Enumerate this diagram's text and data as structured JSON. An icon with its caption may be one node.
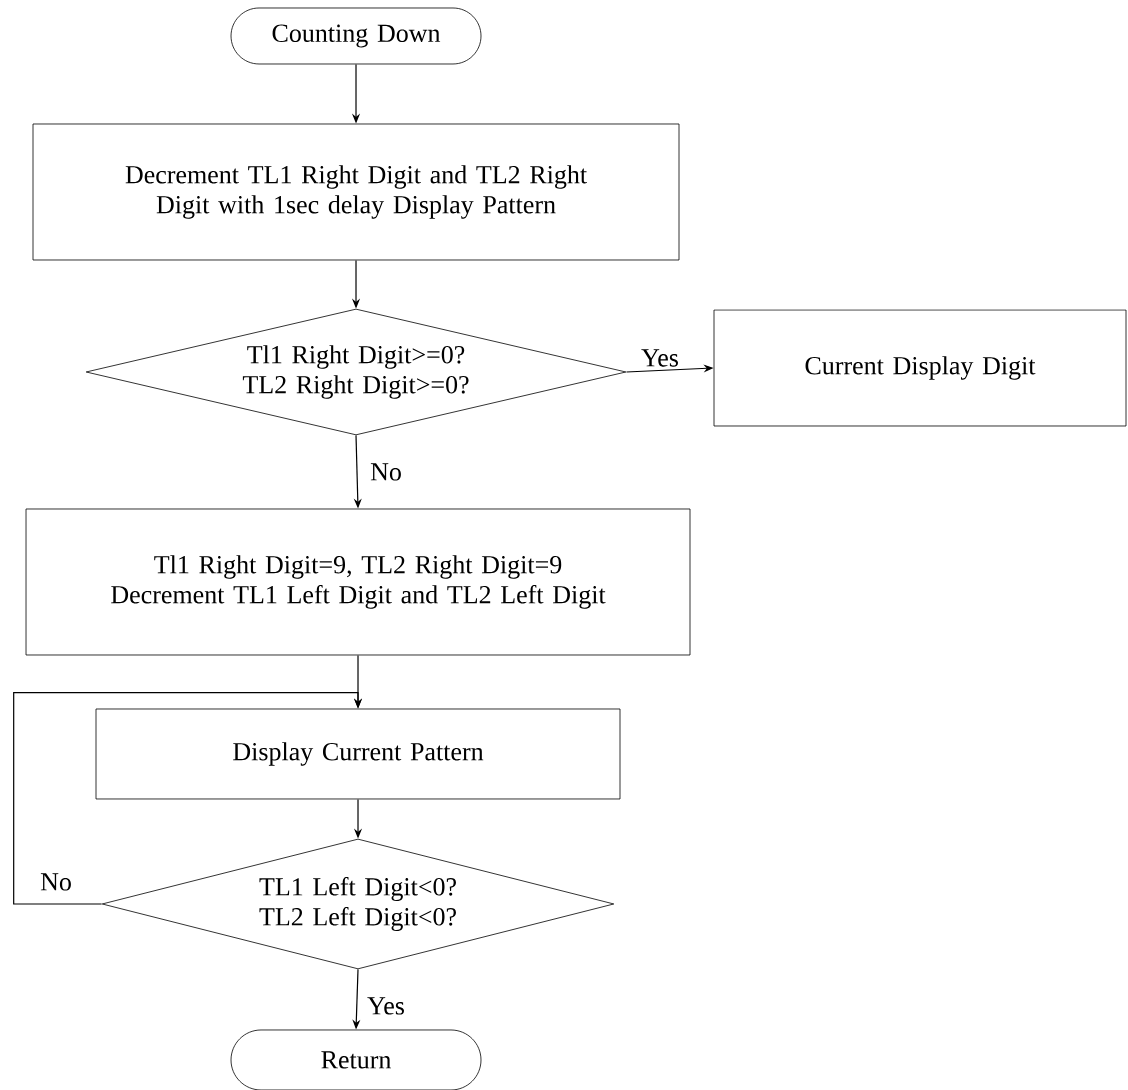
{
  "diagram": {
    "nodes": [
      {
        "text": [
          "Counting Down"
        ]
      },
      {
        "text": [
          "Decrement TL1 Right Digit and TL2 Right Digit with 1sec delay Display Pattern"
        ]
      },
      {
        "text": [
          "Tl1 Right Digit>=0? TL2 Right Digit>=0?"
        ]
      },
      {
        "text": [
          "Current Display Digit"
        ]
      },
      {
        "text": [
          "Tl1 Right Digit=9, TL2 Right Digit=9 Decrement TL1 Left Digit and TL2 Left Digit"
        ]
      },
      {
        "text": [
          "Display Current Pattern"
        ]
      },
      {
        "text": [
          "TL1 Left Digit<0? TL2 Left Digit<0?"
        ]
      },
      {
        "text": [
          "Return"
        ]
      }
    ],
    "edges": [
      {
        "from": 0,
        "to": 1,
        "arrow": "to"
      },
      {
        "from": 1,
        "to": 2,
        "arrow": "to"
      },
      {
        "from": 2,
        "to": 3,
        "arrow": "to",
        "label": "Yes"
      },
      {
        "from": 2,
        "to": 4,
        "arrow": "to",
        "label": "No"
      },
      {
        "from": 4,
        "to": 5,
        "arrow": "to"
      },
      {
        "from": 5,
        "to": 6,
        "arrow": "to"
      },
      {
        "from": 6,
        "to": 7,
        "arrow": "to",
        "label": "Yes"
      },
      {
        "from": 6,
        "to": 5,
        "arrow": "to",
        "label": "No"
      }
    ]
  }
}
